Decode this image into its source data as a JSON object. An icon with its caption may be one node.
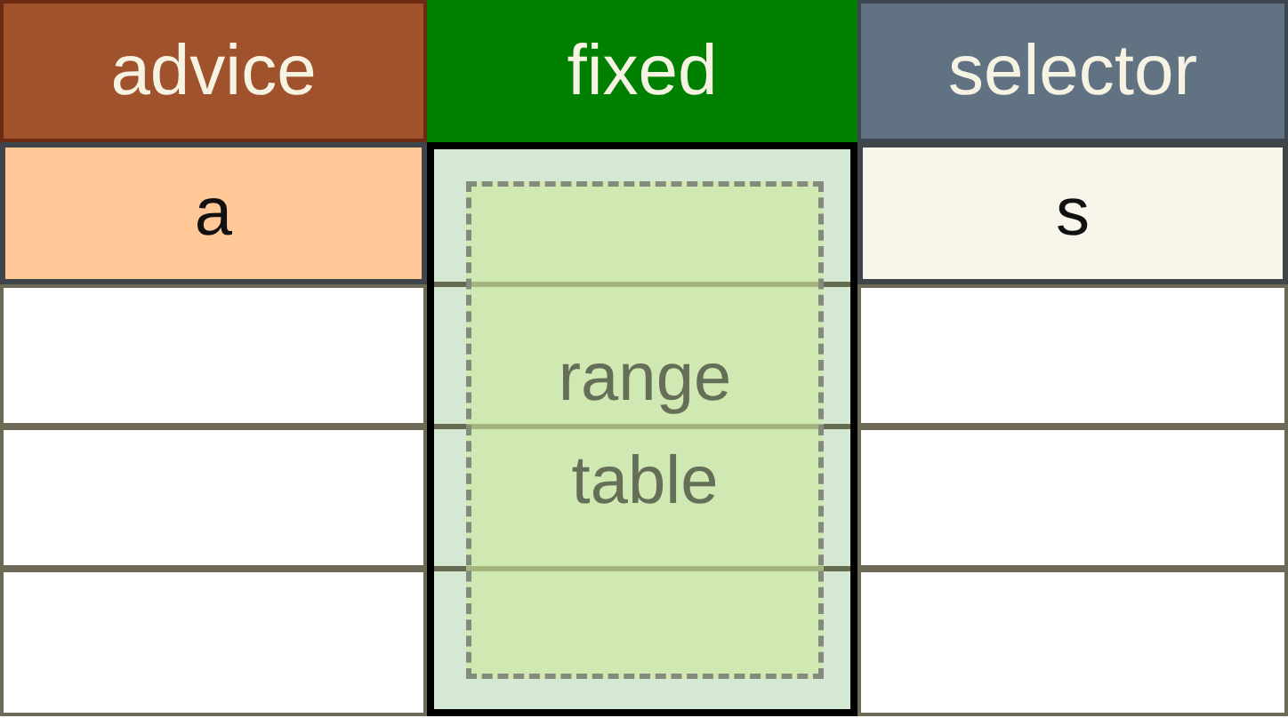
{
  "diagram": {
    "nodes": [
      {
        "text": [
          "advice"
        ]
      },
      {
        "text": [
          "fixed"
        ]
      },
      {
        "text": [
          "selector"
        ]
      },
      {
        "text": [
          "a"
        ]
      },
      {
        "text": [],
        "shape": "box"
      },
      {
        "text": [
          "range table"
        ],
        "in": 4
      },
      {
        "text": [
          "s"
        ]
      },
      {
        "text": [],
        "shape": "box"
      },
      {
        "text": [],
        "shape": "box"
      },
      {
        "text": [],
        "shape": "box"
      },
      {
        "text": [],
        "shape": "box"
      },
      {
        "text": [],
        "shape": "box"
      },
      {
        "text": [],
        "shape": "box"
      }
    ]
  }
}
